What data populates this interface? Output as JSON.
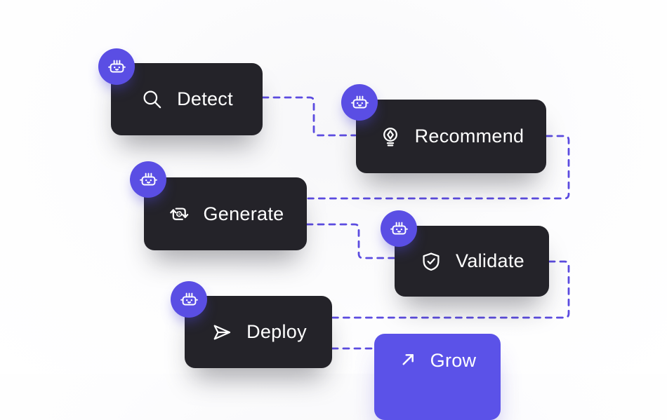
{
  "colors": {
    "accent": "#5A4EE4",
    "accent-line": "#5B4BE0",
    "card-dark": "#242329",
    "grow-purple": "#5B52E8",
    "text-light": "#FFFFFF"
  },
  "flow": {
    "badge_icon": "robot-icon",
    "nodes": [
      {
        "id": "detect",
        "label": "Detect",
        "icon": "search-icon"
      },
      {
        "id": "recommend",
        "label": "Recommend",
        "icon": "lightbulb-icon"
      },
      {
        "id": "generate",
        "label": "Generate",
        "icon": "regenerate-cycle-icon"
      },
      {
        "id": "validate",
        "label": "Validate",
        "icon": "shield-check-icon"
      },
      {
        "id": "deploy",
        "label": "Deploy",
        "icon": "paper-plane-icon"
      },
      {
        "id": "grow",
        "label": "Grow",
        "icon": "arrow-up-right-icon"
      }
    ],
    "connections": [
      {
        "from": "detect",
        "to": "recommend"
      },
      {
        "from": "recommend",
        "to": "generate"
      },
      {
        "from": "generate",
        "to": "validate"
      },
      {
        "from": "validate",
        "to": "deploy"
      },
      {
        "from": "deploy",
        "to": "grow"
      }
    ]
  }
}
